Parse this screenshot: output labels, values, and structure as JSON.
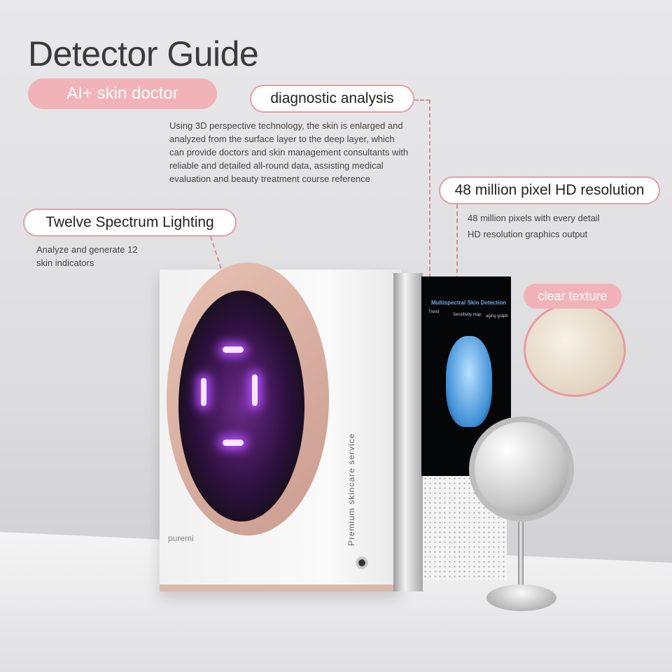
{
  "title": "Detector Guide",
  "subtitle": "AI+ skin doctor",
  "callouts": {
    "diagnostic": {
      "label": "diagnostic analysis",
      "text": "Using 3D perspective technology, the skin is enlarged and analyzed from the surface layer to the deep layer, which can provide doctors and skin management consultants with reliable and detailed all-round data, assisting medical evaluation and beauty treatment course reference"
    },
    "resolution": {
      "label": "48 million pixel HD resolution",
      "lines": [
        "48 million pixels with every detail",
        "HD resolution graphics output"
      ]
    },
    "lighting": {
      "label": "Twelve Spectrum Lighting",
      "text": "Analyze and generate 12 skin indicators"
    },
    "texture": {
      "label": "clear texture"
    }
  },
  "device": {
    "side_text": "Premium skincare service",
    "logo": "puremi",
    "screen": {
      "title": "Multispectral Skin Detection",
      "tabs": [
        "Trend",
        "Sensitivity map",
        "aging graph"
      ]
    }
  },
  "colors": {
    "accent": "#f1b3b7",
    "outline": "#e3a0a5"
  }
}
